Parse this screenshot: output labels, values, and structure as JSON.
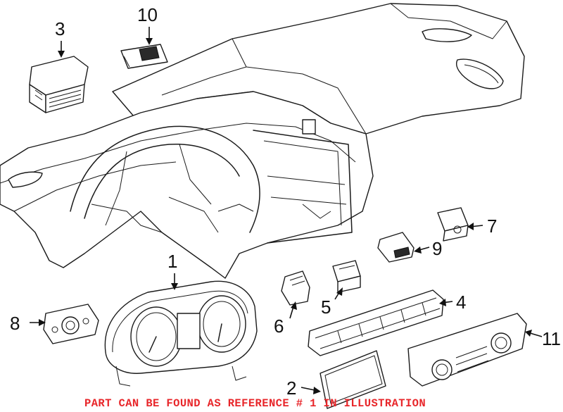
{
  "callouts": {
    "c1": "1",
    "c2": "2",
    "c3": "3",
    "c4": "4",
    "c5": "5",
    "c6": "6",
    "c7": "7",
    "c8": "8",
    "c9": "9",
    "c10": "10",
    "c11": "11"
  },
  "footer_note": "PART CAN BE FOUND AS REFERENCE # 1 IN ILLUSTRATION",
  "colors": {
    "footer_text": "#e8262a",
    "line": "#1a1a1a",
    "background": "#ffffff"
  }
}
